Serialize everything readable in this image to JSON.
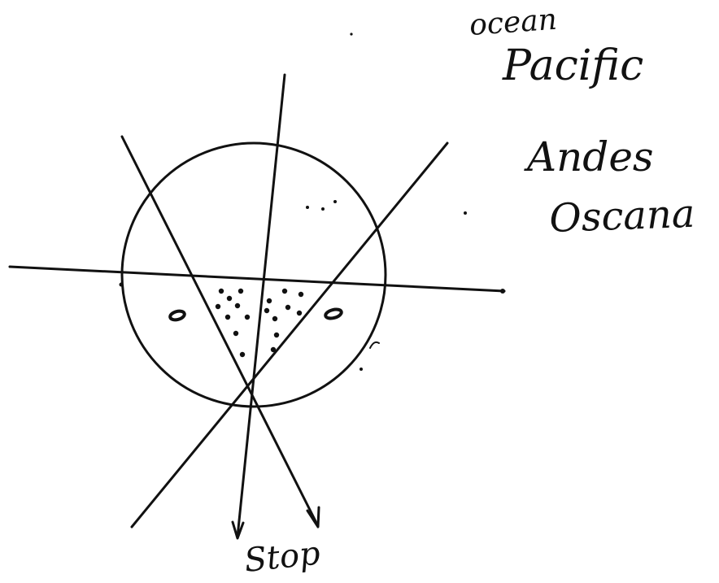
{
  "labels": {
    "ocean": "ocean",
    "pacific": "Pacific",
    "andes": "Andes",
    "oscana": "Oscana",
    "stop": "Stop"
  },
  "colors": {
    "ink": "#111111",
    "paper": "#ffffff"
  }
}
